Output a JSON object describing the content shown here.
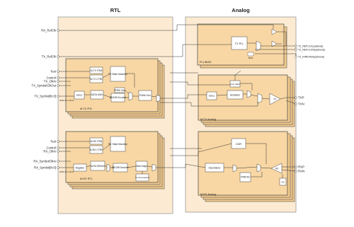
{
  "sections": {
    "rtl": "RTL",
    "analog": "Analog"
  },
  "rtl_signals": {
    "rx_refclk": "RX_RefClk",
    "tx_refclk": "TX_RefClk",
    "tx_test": "Test",
    "tx_control": "Control",
    "tx_clkin": "TX_ClkIn",
    "tx_symbolclkout": "TX_SymbolClkOut",
    "tx_symbol": "TX_Symbol[N:0]",
    "tx_width": "Width:10 or 20 bit",
    "rx_test": "Test",
    "rx_control": "Control",
    "rx_clkin": "RX_ClkIn",
    "rx_symbolclkin": "RX_SymbolClkIn",
    "rx_symbol": "RX_Symbol[N:0]",
    "rx_width": "Width:10 or 20 bit"
  },
  "tx_rtl": {
    "name": "M-TX RTL",
    "mtx_fsm": "M-TX FSM",
    "mtx_ctrl": "M-TX CTRL",
    "tx_state_machine": "TX State Machine",
    "fifo": "FIFO",
    "data_mux": "DATA MUX",
    "encoder": "8B/10B Encoder",
    "prbs_gen": "PRBS Gen",
    "pwm_gen": "PWM Gen"
  },
  "rx_rtl": {
    "name": "M-RX RTL",
    "mrx_fsm": "M-RX FSM",
    "mrx_ctrl": "M-RX CTRL",
    "rx_state_machine": "RX State Machine",
    "register": "Register",
    "data_demux": "DATA DEMUX",
    "decoder": "8B/10B Decoder",
    "word_align": "Word Align",
    "comma_detect": "Comma Detect"
  },
  "analog": {
    "pll_title": "PLL/BIAS",
    "tx_pll": "TX PLL",
    "bias": "BIAS",
    "clk_gen": "CLK GEN",
    "fifo": "FIFO",
    "serializer": "Serializer",
    "tx_analog_name": "M-TX Analog",
    "tx_driver": "TX",
    "cdr": "CDR",
    "deserializer": "Deserializer",
    "pwm_rx": "PWM Rx",
    "rx_amp": "RX",
    "squelch": "SQ",
    "rx_analog_name": "M-RX Analog"
  },
  "outputs": {
    "t2_refclk": "T2_REFCLK(optional)",
    "t2_refclkn": "T2_REFCLKN(optional)",
    "t2_ihrefen": "T2_IHREFEN(optional)",
    "txp": "TXP",
    "txn": "TXN",
    "rxp": "RXP",
    "rxn": "RXN"
  }
}
